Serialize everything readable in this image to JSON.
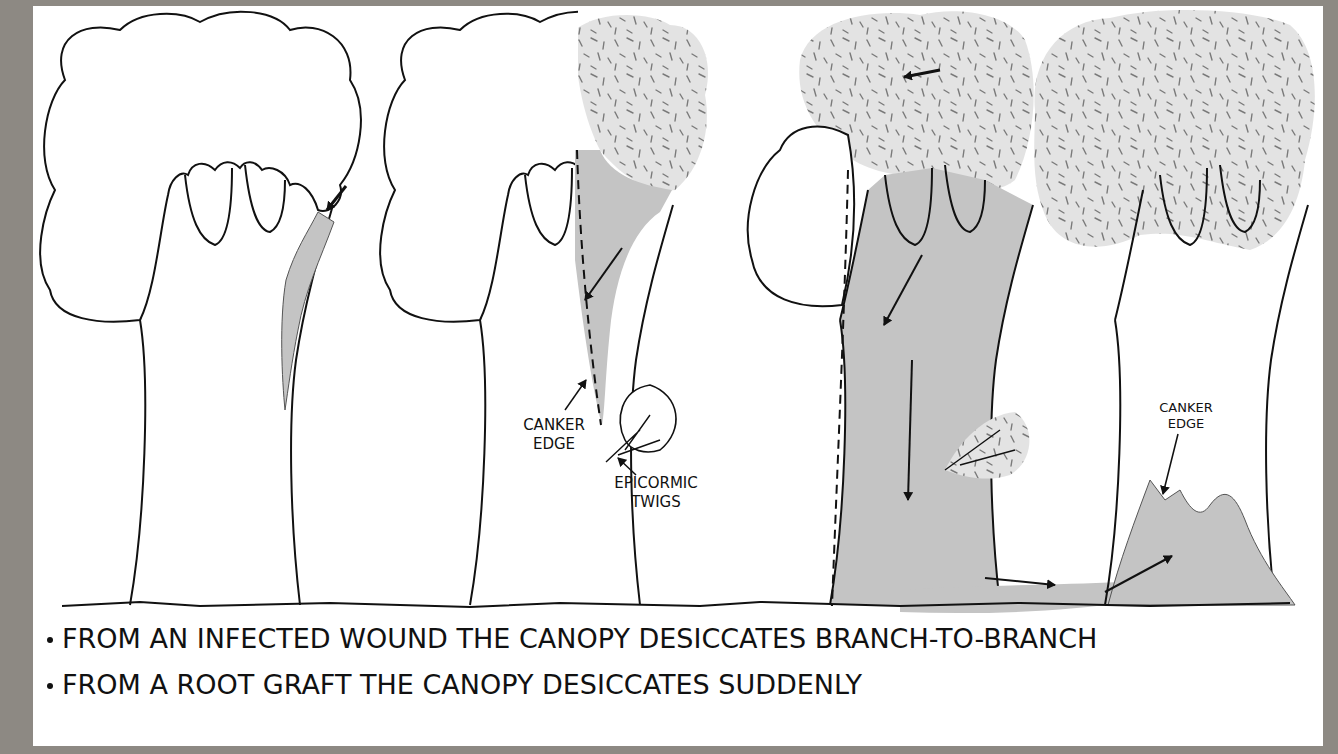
{
  "diagram": {
    "labels": [
      "CANKER EDGE",
      "EPICORMIC TWIGS",
      "CANKER EDGE",
      "FROM AN INFECTED WOUND THE CANOPY DESICCATES BRANCH-TO-BRANCH",
      "FROM A ROOT GRAFT THE CANOPY DESICCATES SUDDENLY"
    ]
  }
}
